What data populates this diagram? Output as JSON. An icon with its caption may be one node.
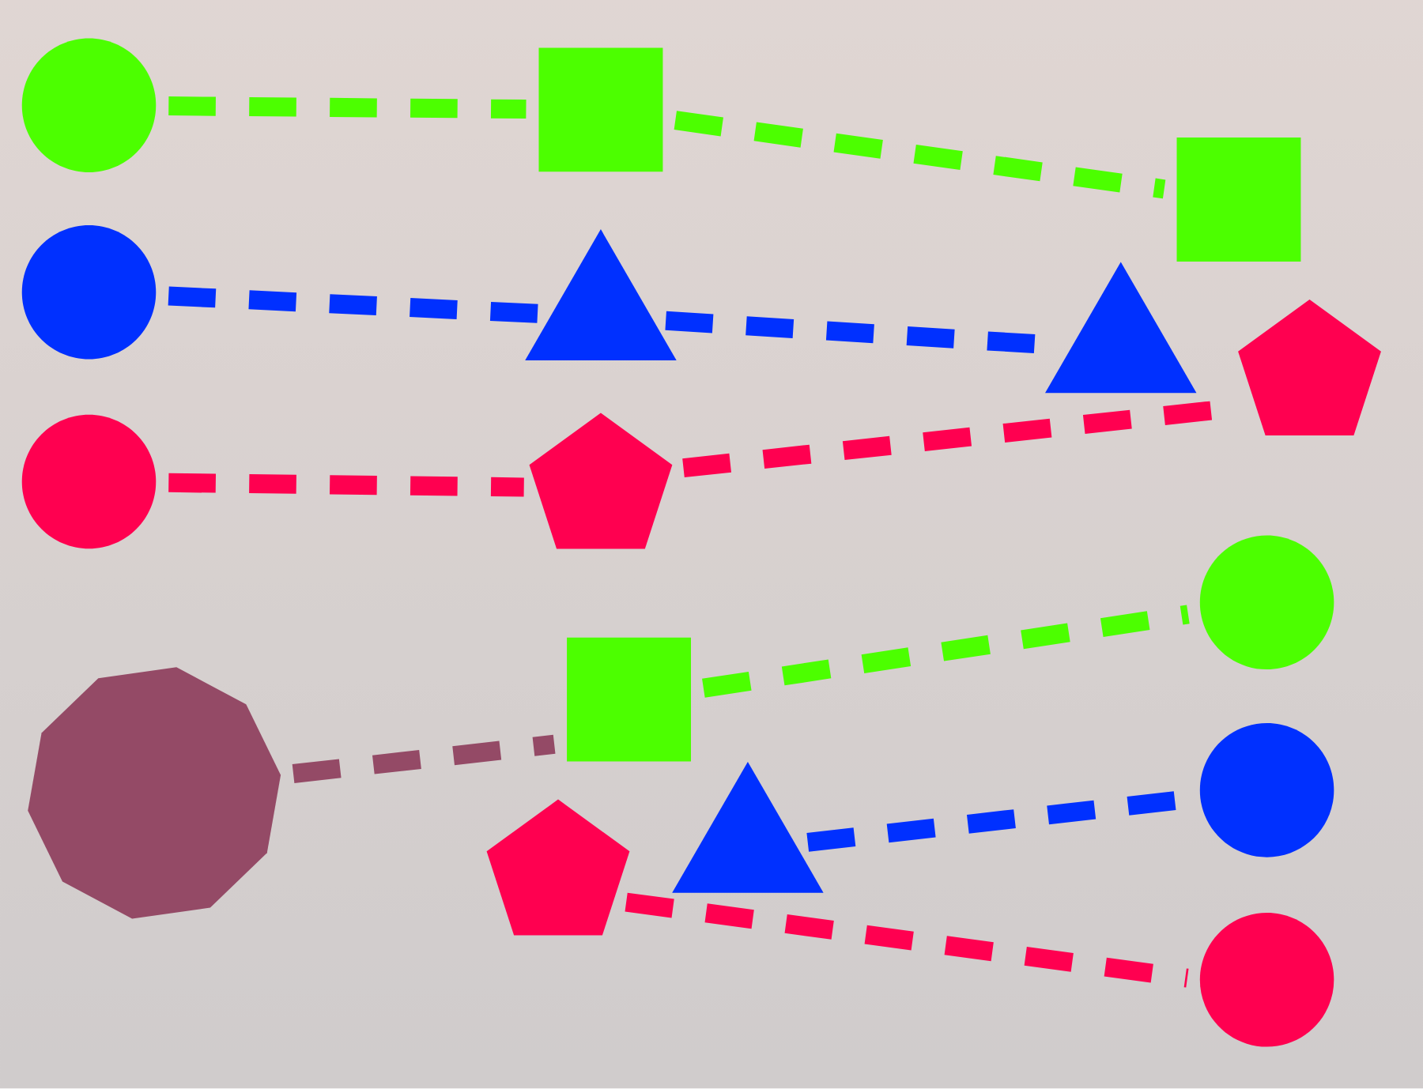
{
  "diagram": {
    "nodes": [
      {
        "text": [],
        "shape": "circle"
      },
      {
        "text": [],
        "shape": "circle"
      },
      {
        "text": [],
        "shape": "circle"
      },
      {
        "text": [],
        "shape": "box"
      },
      {
        "text": [],
        "shape": "triangle"
      },
      {
        "text": [],
        "shape": "pentagon"
      },
      {
        "text": [],
        "shape": "box"
      },
      {
        "text": [],
        "shape": "triangle"
      },
      {
        "text": [],
        "shape": "pentagon"
      },
      {
        "text": [],
        "shape": "decagon"
      },
      {
        "text": [],
        "shape": "box"
      },
      {
        "text": [],
        "shape": "pentagon"
      },
      {
        "text": [],
        "shape": "triangle"
      },
      {
        "text": [],
        "shape": "circle"
      },
      {
        "text": [],
        "shape": "circle"
      },
      {
        "text": [],
        "shape": "circle"
      }
    ],
    "edges": [
      {
        "from": 0,
        "to": 3,
        "arrow": "none",
        "style": "dashed",
        "color": "#4cff00"
      },
      {
        "from": 3,
        "to": 6,
        "arrow": "none",
        "style": "dashed",
        "color": "#4cff00"
      },
      {
        "from": 1,
        "to": 4,
        "arrow": "none",
        "style": "dashed",
        "color": "#0030ff"
      },
      {
        "from": 4,
        "to": 7,
        "arrow": "none",
        "style": "dashed",
        "color": "#0030ff"
      },
      {
        "from": 2,
        "to": 5,
        "arrow": "none",
        "style": "dashed",
        "color": "#ff0050"
      },
      {
        "from": 5,
        "to": 8,
        "arrow": "none",
        "style": "dashed",
        "color": "#ff0050"
      },
      {
        "from": 9,
        "to": 10,
        "arrow": "none",
        "style": "dashed",
        "color": "#944a66"
      },
      {
        "from": 10,
        "to": 13,
        "arrow": "none",
        "style": "dashed",
        "color": "#4cff00"
      },
      {
        "from": 12,
        "to": 14,
        "arrow": "none",
        "style": "dashed",
        "color": "#0030ff"
      },
      {
        "from": 11,
        "to": 15,
        "arrow": "none",
        "style": "dashed",
        "color": "#ff0050"
      }
    ]
  }
}
